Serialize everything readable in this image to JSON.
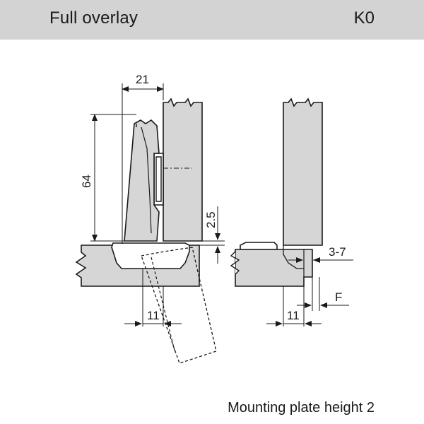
{
  "header": {
    "title": "Full overlay",
    "code": "K0"
  },
  "diagram": {
    "dims": {
      "width_top": "21",
      "height_side": "64",
      "plate_offset": "2.5",
      "boring_left": "11",
      "boring_right": "11",
      "gap_range": "3-7",
      "overlay": "F"
    }
  },
  "footer": {
    "caption": "Mounting plate height 2"
  }
}
